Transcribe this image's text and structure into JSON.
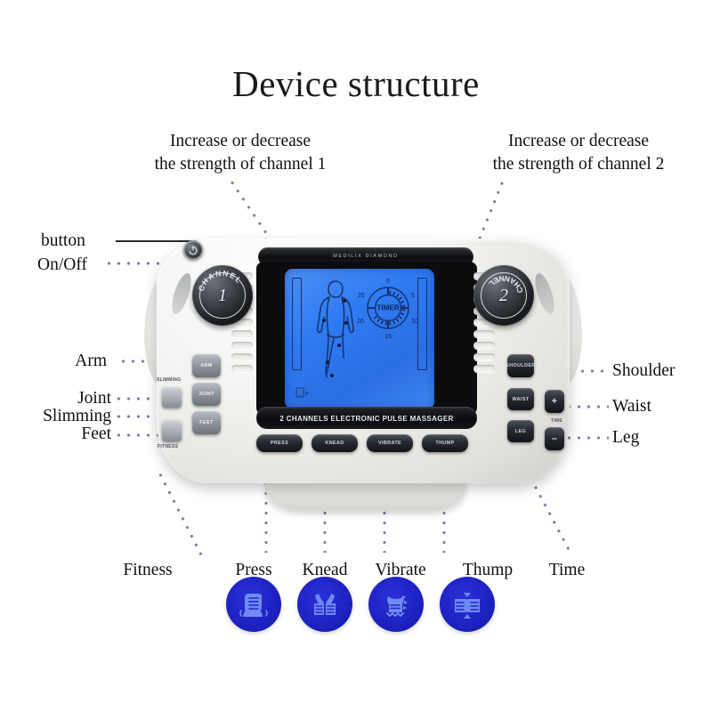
{
  "page": {
    "title": "Device structure",
    "background_color": "#ffffff",
    "text_color": "#111111",
    "dot_color": "#6b7a99"
  },
  "callouts": {
    "channel1": {
      "line1": "Increase or decrease",
      "line2": "the strength of channel 1"
    },
    "channel2": {
      "line1": "Increase or decrease",
      "line2": "the strength of channel 2"
    },
    "power": {
      "line1": "button",
      "line2": "On/Off"
    },
    "left": [
      {
        "label": "Arm"
      },
      {
        "label": "Joint"
      },
      {
        "label": "Slimming"
      },
      {
        "label": "Feet"
      }
    ],
    "right": [
      {
        "label": "Shoulder"
      },
      {
        "label": "Waist"
      },
      {
        "label": "Leg"
      }
    ],
    "bottom": [
      {
        "label": "Fitness"
      },
      {
        "label": "Press"
      },
      {
        "label": "Knead"
      },
      {
        "label": "Vibrate"
      },
      {
        "label": "Thump"
      },
      {
        "label": "Time"
      }
    ]
  },
  "device": {
    "brand_band": "MEDILIX DIAMOND",
    "bottom_band": "2 CHANNELS ELECTRONIC PULSE MASSAGER",
    "knobs": [
      {
        "name": "CHANNEL",
        "number": "1"
      },
      {
        "name": "CHANNEL",
        "number": "2"
      }
    ],
    "lcd": {
      "background_color": "#2f7bf2",
      "timer_label": "TIMER",
      "timer_ticks": [
        "0",
        "5",
        "10",
        "15",
        "20",
        "25"
      ],
      "timer_filled_segments": 16,
      "timer_total_segments": 24
    },
    "left_buttons": [
      {
        "label": "ARM"
      },
      {
        "label": "JOINT"
      },
      {
        "label": "FEET"
      }
    ],
    "left_side_labels": [
      {
        "label": "SLIMMING"
      },
      {
        "label": "FITNESS"
      }
    ],
    "right_buttons": [
      {
        "label": "SHOULDER"
      },
      {
        "label": "WAIST"
      },
      {
        "label": "LEG"
      }
    ],
    "time_controls": {
      "label": "TIME",
      "plus": "+",
      "minus": "–"
    },
    "bottom_buttons": [
      {
        "label": "PRESS"
      },
      {
        "label": "KNEAD"
      },
      {
        "label": "VIBRATE"
      },
      {
        "label": "THUMP"
      }
    ]
  },
  "mode_icons": [
    {
      "name": "press-mode-icon",
      "color": "#2024c6"
    },
    {
      "name": "knead-mode-icon",
      "color": "#2024c6"
    },
    {
      "name": "vibrate-mode-icon",
      "color": "#2024c6"
    },
    {
      "name": "thump-mode-icon",
      "color": "#2024c6"
    }
  ]
}
